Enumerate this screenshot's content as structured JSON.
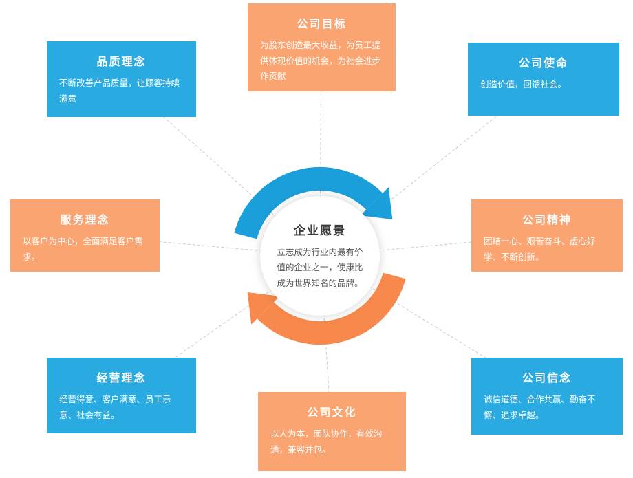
{
  "center": {
    "title": "企业愿景",
    "body": "立志成为行业内最有价值的企业之一，使康比成为世界知名的品牌。"
  },
  "boxes": [
    {
      "id": "quality-concept",
      "title": "品质理念",
      "body": "不断改善产品质量，让顾客持续满意",
      "color_key": "box_blue"
    },
    {
      "id": "company-goal",
      "title": "公司目标",
      "body": "为股东创造最大收益，为员工提供体现价值的机会，为社会进步作贡献",
      "color_key": "box_orange"
    },
    {
      "id": "company-mission",
      "title": "公司使命",
      "body": "创造价值，回馈社会。",
      "color_key": "box_blue"
    },
    {
      "id": "service-concept",
      "title": "服务理念",
      "body": "以客户为中心，全面满足客户需求。",
      "color_key": "box_orange"
    },
    {
      "id": "company-spirit",
      "title": "公司精神",
      "body": "团结一心、艰苦奋斗、虚心好学、不断创新。",
      "color_key": "box_orange"
    },
    {
      "id": "business-concept",
      "title": "经营理念",
      "body": "经营得意、客户满意、员工乐意、社会有益。",
      "color_key": "box_blue"
    },
    {
      "id": "company-belief",
      "title": "公司信念",
      "body": "诚信道德、合作共赢、勤奋不懈、追求卓越。",
      "color_key": "box_blue"
    },
    {
      "id": "company-culture",
      "title": "公司文化",
      "body": "以人为本，团队协作，有效沟通，兼容并包。",
      "color_key": "box_orange"
    }
  ],
  "colors": {
    "box_blue": "#29ABE2",
    "box_orange": "#F9A471",
    "ring_blue": "#1B9FDB",
    "ring_orange": "#F6894B",
    "connector": "#C9C9C9"
  }
}
